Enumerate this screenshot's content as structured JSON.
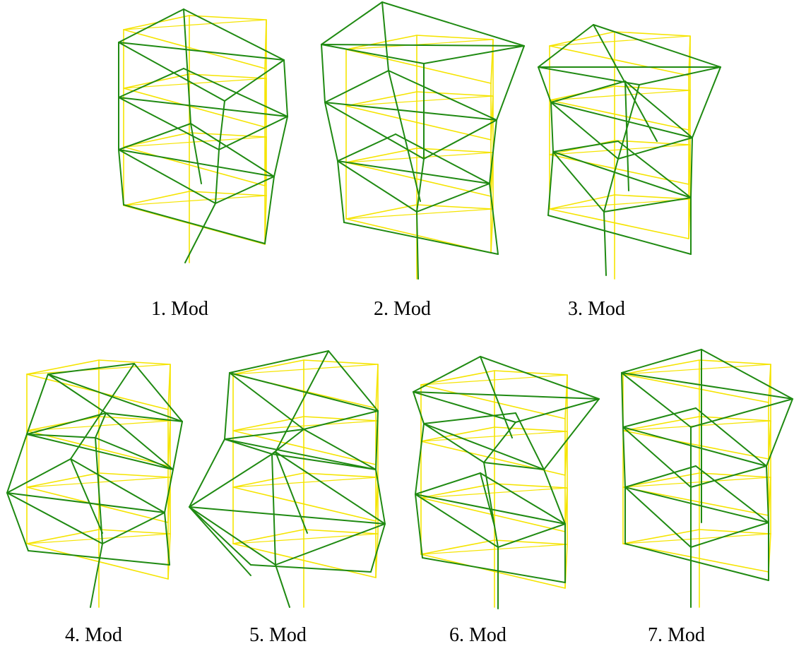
{
  "colors": {
    "undeformed": "#f5e400",
    "deformed": "#1f8a12"
  },
  "modes": [
    {
      "label": "1. Mod"
    },
    {
      "label": "2. Mod"
    },
    {
      "label": "3. Mod"
    },
    {
      "label": "4. Mod"
    },
    {
      "label": "5. Mod"
    },
    {
      "label": "6. Mod"
    },
    {
      "label": "7. Mod"
    }
  ]
}
